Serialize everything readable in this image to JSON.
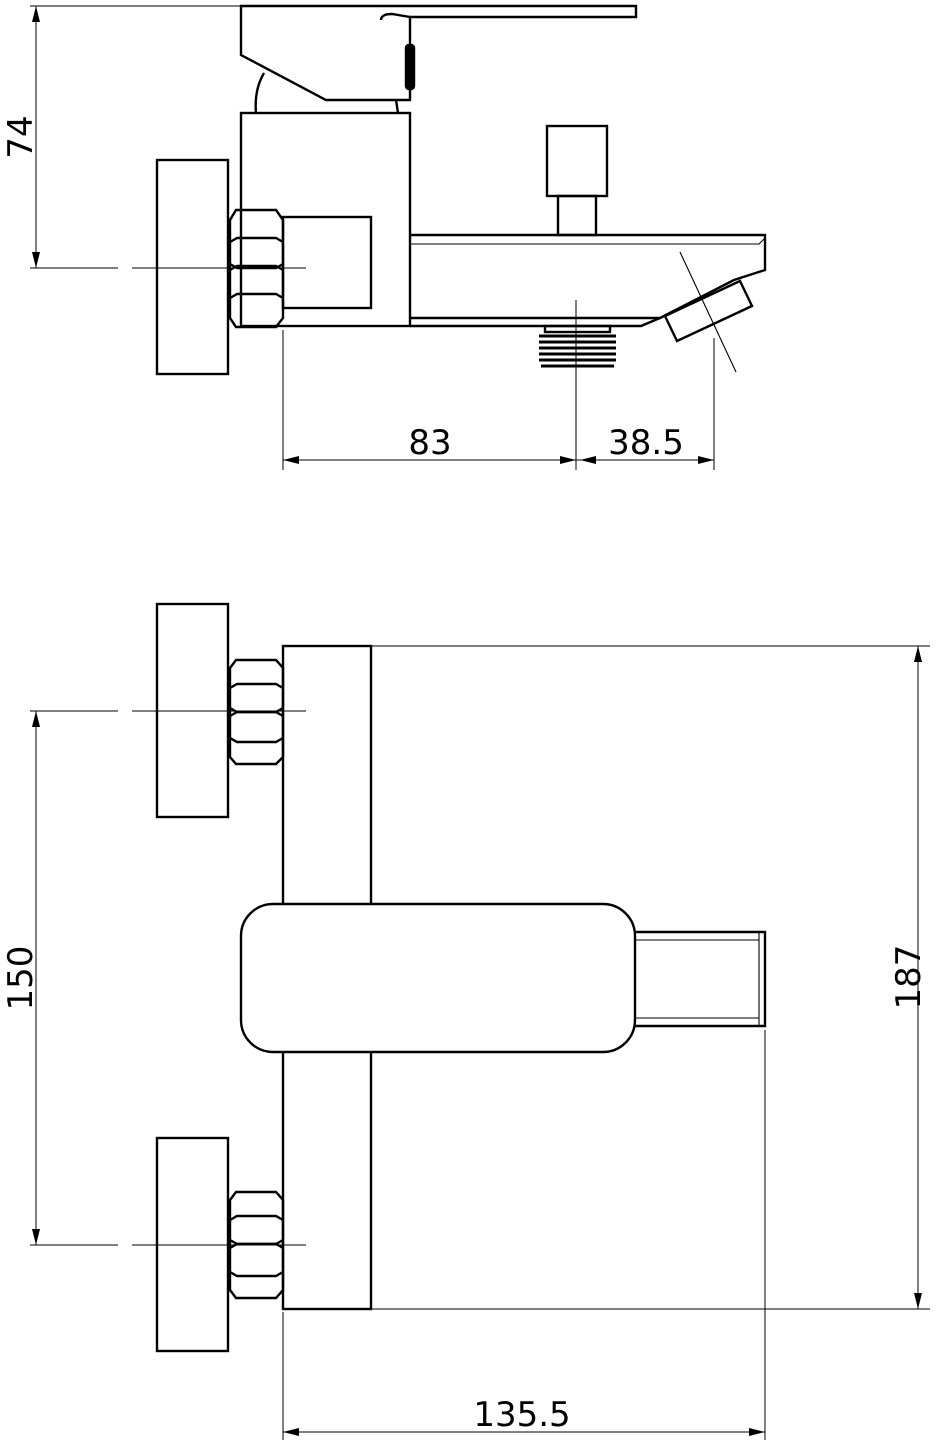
{
  "dimensions": {
    "height_side": "74",
    "spout_offset": "83",
    "spout_outlet": "38.5",
    "centers": "150",
    "total_height": "187",
    "total_width": "135.5"
  },
  "colors": {
    "line": "#000000",
    "background": "#ffffff"
  }
}
